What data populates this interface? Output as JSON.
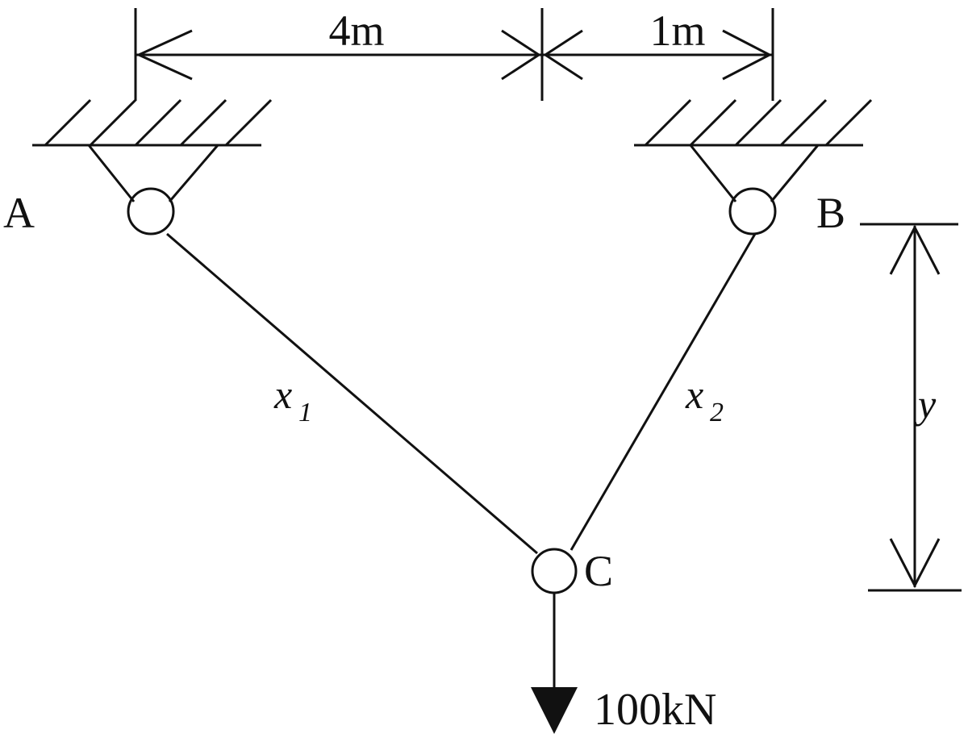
{
  "labels": {
    "point_a": "A",
    "point_b": "B",
    "point_c": "C",
    "dim_left": "4m",
    "dim_right": "1m",
    "member_1": "x",
    "member_1_sub": "1",
    "member_2": "x",
    "member_2_sub": "2",
    "dim_vertical": "y",
    "load": "100kN"
  },
  "colors": {
    "line": "#111111",
    "background": "#ffffff"
  }
}
